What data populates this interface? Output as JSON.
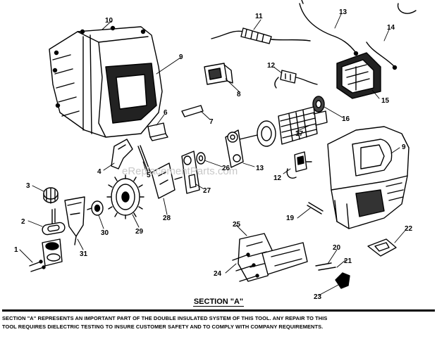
{
  "watermark": "eReplacementParts.com",
  "section_label": "SECTION \"A\"",
  "note_lines": [
    "SECTION \"A\" REPRESENTS AN IMPORTANT PART OF THE DOUBLE INSULATED SYSTEM OF THIS TOOL.  ANY REPAIR TO THIS",
    "TOOL REQUIRES DIELECTRIC TESTING TO INSURE CUSTOMER SAFETY AND TO COMPLY WITH COMPANY REQUIREMENTS."
  ],
  "callouts": {
    "c1": "1",
    "c2": "2",
    "c3": "3",
    "c4": "4",
    "c5": "5",
    "c6": "6",
    "c7": "7",
    "c8": "8",
    "c9a": "9",
    "c9b": "9",
    "c10": "10",
    "c11": "11",
    "c12a": "12",
    "c12b": "12",
    "c13a": "13",
    "c13b": "13",
    "c14": "14",
    "c15": "15",
    "c16": "16",
    "c17": "17",
    "c19": "19",
    "c20": "20",
    "c21": "21",
    "c22": "22",
    "c23": "23",
    "c24": "24",
    "c25": "25",
    "c26": "26",
    "c27": "27",
    "c28": "28",
    "c29": "29",
    "c30": "30",
    "c31": "31"
  }
}
